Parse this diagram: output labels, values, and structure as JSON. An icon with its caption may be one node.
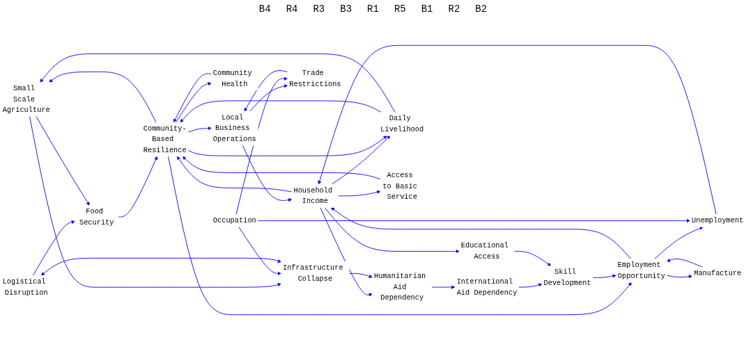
{
  "diagram": {
    "nodes": [
      {
        "text": [
          "Local Business Operations"
        ]
      },
      {
        "text": [
          "Access to Basic Service"
        ]
      },
      {
        "text": [
          "Community Health"
        ]
      },
      {
        "text": [
          "Household Income"
        ]
      },
      {
        "text": [
          "Unemployment"
        ]
      },
      {
        "text": [
          "Trade Restrictions"
        ]
      },
      {
        "text": [
          "Daily Livelihood"
        ]
      },
      {
        "text": [
          "Humanitarian Aid Dependency"
        ]
      },
      {
        "text": [
          "Occupation"
        ]
      },
      {
        "text": [
          "Community-Based Resilience"
        ]
      },
      {
        "text": [
          "International Aid Dependency"
        ]
      },
      {
        "text": [
          "Employment Opportunity"
        ]
      },
      {
        "text": [
          "Logistical Disruption"
        ]
      },
      {
        "text": [
          "Infrastructure Collapse"
        ]
      },
      {
        "text": [
          "Educational Access"
        ]
      },
      {
        "text": [
          "Manufacture"
        ]
      },
      {
        "text": [
          "Food Security"
        ]
      },
      {
        "text": [
          "Skill Development"
        ]
      },
      {
        "text": [
          "Small Scale Agriculture"
        ]
      }
    ],
    "edges": [
      {
        "from": 9,
        "to": 0,
        "arrow": "to"
      },
      {
        "from": 0,
        "to": 3,
        "arrow": "to"
      },
      {
        "from": 0,
        "to": 5,
        "arrow": "to"
      },
      {
        "from": 5,
        "to": 0,
        "arrow": "to"
      },
      {
        "from": 8,
        "to": 5,
        "arrow": "to"
      },
      {
        "from": 3,
        "to": 7,
        "arrow": "to"
      },
      {
        "from": 3,
        "to": 14,
        "arrow": "to"
      },
      {
        "from": 3,
        "to": 1,
        "arrow": "to"
      },
      {
        "from": 4,
        "to": 3,
        "arrow": "to"
      },
      {
        "from": 1,
        "to": 9,
        "arrow": "to"
      },
      {
        "from": 2,
        "to": 9,
        "arrow": "to"
      },
      {
        "from": 9,
        "to": 2,
        "arrow": "to"
      },
      {
        "from": 6,
        "to": 9,
        "arrow": "to"
      },
      {
        "from": 3,
        "to": 6,
        "arrow": "to"
      },
      {
        "from": 3,
        "to": 9,
        "arrow": "to"
      },
      {
        "from": 9,
        "to": 11,
        "arrow": "to"
      },
      {
        "from": 11,
        "to": 3,
        "arrow": "to"
      },
      {
        "from": 9,
        "to": 6,
        "arrow": "to"
      },
      {
        "from": 6,
        "to": 18,
        "arrow": "to"
      },
      {
        "from": 11,
        "to": 4,
        "arrow": "to"
      },
      {
        "from": 15,
        "to": 11,
        "arrow": "to"
      },
      {
        "from": 16,
        "to": 9,
        "arrow": "to"
      },
      {
        "from": 11,
        "to": 15,
        "arrow": "to"
      },
      {
        "from": 9,
        "to": 18,
        "arrow": "to"
      },
      {
        "from": 12,
        "to": 16,
        "arrow": "to"
      },
      {
        "from": 18,
        "to": 16,
        "arrow": "to"
      },
      {
        "from": 17,
        "to": 11,
        "arrow": "to"
      },
      {
        "from": 18,
        "to": 13,
        "arrow": "to"
      },
      {
        "from": 8,
        "to": 4,
        "arrow": "to"
      },
      {
        "from": 8,
        "to": 13,
        "arrow": "to"
      },
      {
        "from": 12,
        "to": 13,
        "arrow": "both"
      },
      {
        "from": 13,
        "to": 7,
        "arrow": "to"
      },
      {
        "from": 7,
        "to": 10,
        "arrow": "to"
      },
      {
        "from": 10,
        "to": 17,
        "arrow": "to"
      },
      {
        "from": 14,
        "to": 17,
        "arrow": "to"
      }
    ],
    "labels": [
      "B4",
      "R4",
      "R3",
      "B3",
      "R1",
      "R5",
      "B1",
      "R2",
      "B2"
    ]
  }
}
